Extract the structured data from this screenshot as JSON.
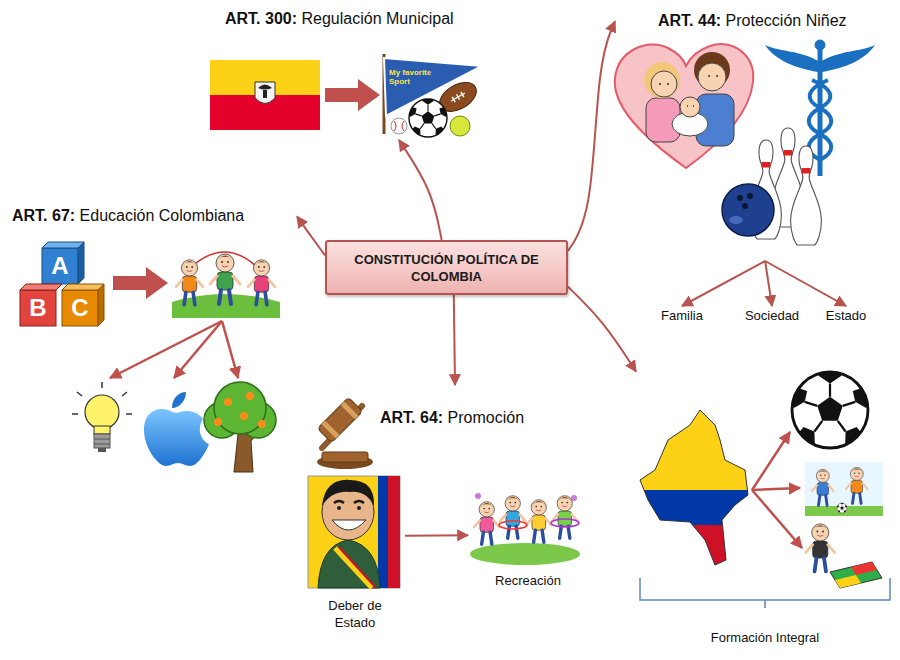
{
  "diagram": {
    "nodes": [
      {
        "text": [
          "ART. 300:",
          "Regulación Municipal"
        ]
      },
      {
        "text": [
          "ART. 44:",
          "Protección Niñez"
        ]
      },
      {
        "text": [
          "ART. 67:",
          "Educación Colombiana"
        ]
      },
      {
        "text": [
          "CONSTITUCIÓN POLÍTICA DE COLOMBIA"
        ]
      },
      {
        "text": [
          "Familia"
        ]
      },
      {
        "text": [
          "Sociedad"
        ]
      },
      {
        "text": [
          "Estado"
        ]
      },
      {
        "text": [
          "ART. 64:",
          "Promoción"
        ]
      },
      {
        "text": [
          "Deber de Estado"
        ]
      },
      {
        "text": [
          "Recreación"
        ]
      },
      {
        "text": [
          "Formación Integral"
        ]
      }
    ],
    "edges": [
      {
        "from": 3,
        "to": 0,
        "arrow": "to"
      },
      {
        "from": 3,
        "to": 1,
        "arrow": "to"
      },
      {
        "from": 3,
        "to": 2,
        "arrow": "to"
      },
      {
        "from": 3,
        "to": 7,
        "arrow": "to"
      },
      {
        "from": 3,
        "to": 10,
        "arrow": "to"
      },
      {
        "from": 1,
        "to": 4,
        "arrow": "to"
      },
      {
        "from": 1,
        "to": 5,
        "arrow": "to"
      },
      {
        "from": 1,
        "to": 6,
        "arrow": "to"
      },
      {
        "from": 8,
        "to": 9,
        "arrow": "to"
      }
    ],
    "labels": [
      "My favorite Sport",
      "A",
      "B",
      "C"
    ]
  }
}
